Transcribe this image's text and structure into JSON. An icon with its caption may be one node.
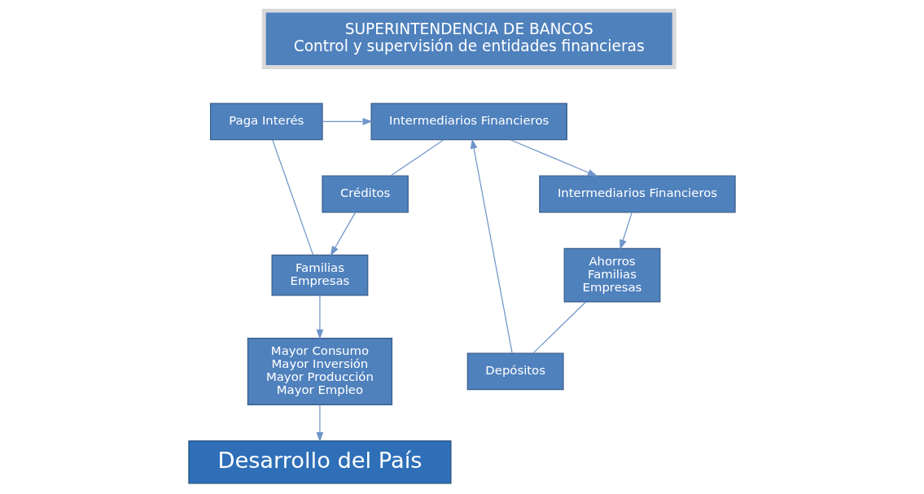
{
  "diagram": {
    "nodes": [
      {
        "text": [
          "SUPERINTENDENCIA DE BANCOS",
          "Control y supervisión de entidades financieras"
        ]
      },
      {
        "text": [
          "Intermediarios Financieros"
        ]
      },
      {
        "text": [
          "Paga Interés"
        ]
      },
      {
        "text": [
          "Intermediarios Financieros"
        ]
      },
      {
        "text": [
          "Depósitos"
        ]
      },
      {
        "text": [
          "Créditos"
        ]
      },
      {
        "text": [
          "Familias",
          "Empresas"
        ]
      },
      {
        "text": [
          "Mayor Consumo",
          "Mayor Inversión",
          "Mayor Producción",
          "Mayor Empleo"
        ]
      },
      {
        "text": [
          "Ahorros",
          "Familias",
          "Empresas"
        ]
      },
      {
        "text": [
          "Desarrollo del País"
        ]
      }
    ],
    "edges": [
      {
        "from": 1,
        "to": 3,
        "arrow": "to"
      },
      {
        "from": 3,
        "to": 8,
        "arrow": "to"
      },
      {
        "from": 8,
        "to": 4,
        "arrow": "none"
      },
      {
        "from": 4,
        "to": 1,
        "arrow": "to"
      },
      {
        "from": 1,
        "to": 5,
        "arrow": "none"
      },
      {
        "from": 5,
        "to": 6,
        "arrow": "to"
      },
      {
        "from": 6,
        "to": 2,
        "arrow": "none"
      },
      {
        "from": 2,
        "to": 1,
        "arrow": "to"
      },
      {
        "from": 6,
        "to": 7,
        "arrow": "to"
      },
      {
        "from": 7,
        "to": 9,
        "arrow": "to"
      }
    ]
  }
}
